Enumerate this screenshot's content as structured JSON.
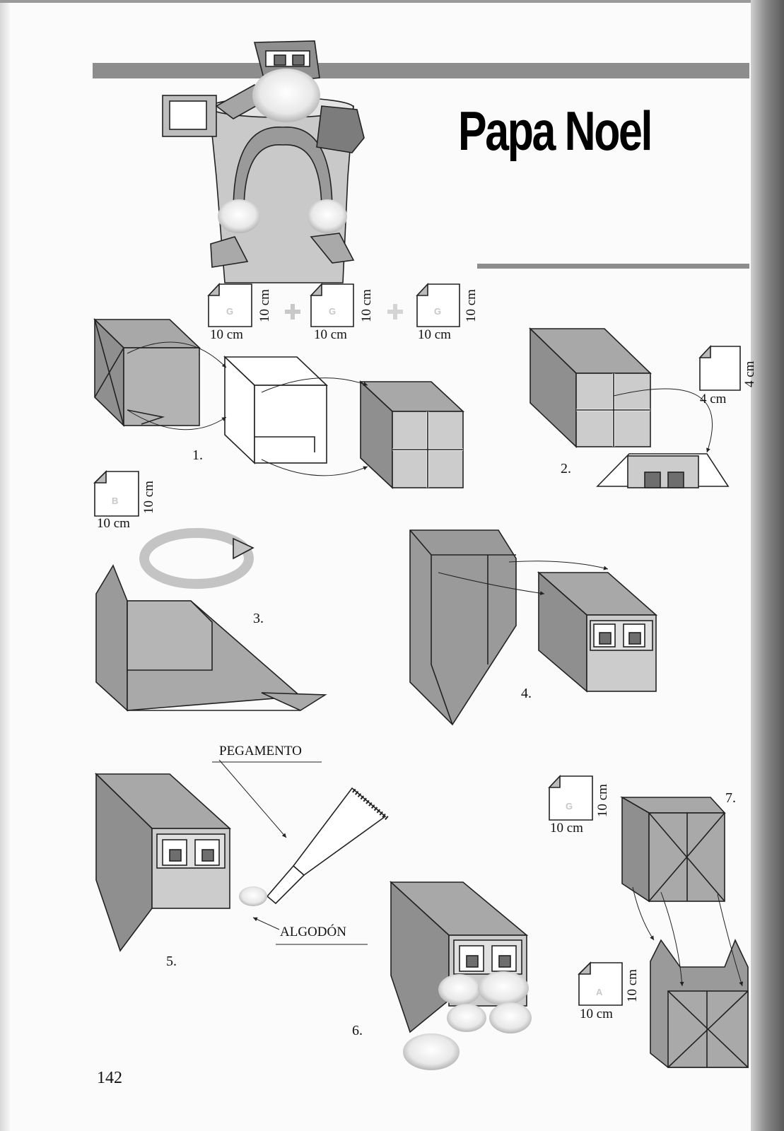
{
  "page": {
    "title": "Papa Noel",
    "page_number": "142"
  },
  "papers": [
    {
      "letter": "G",
      "width": "10 cm",
      "height": "10 cm"
    },
    {
      "letter": "G",
      "width": "10 cm",
      "height": "10 cm"
    },
    {
      "letter": "G",
      "width": "10 cm",
      "height": "10 cm"
    },
    {
      "letter": "",
      "width": "4 cm",
      "height": "4 cm"
    },
    {
      "letter": "B",
      "width": "10 cm",
      "height": "10 cm"
    },
    {
      "letter": "G",
      "width": "10 cm",
      "height": "10 cm"
    },
    {
      "letter": "A",
      "width": "10 cm",
      "height": "10 cm"
    }
  ],
  "steps": [
    "1.",
    "2.",
    "3.",
    "4.",
    "5.",
    "6.",
    "7."
  ],
  "labels": {
    "glue": "PEGAMENTO",
    "cotton": "ALGODÓN"
  },
  "colors": {
    "band": "#8d8d8d",
    "paper_gray": "#a9a9a9",
    "paper_dark": "#8a8a8a",
    "paper_light": "#cdcdcd"
  }
}
